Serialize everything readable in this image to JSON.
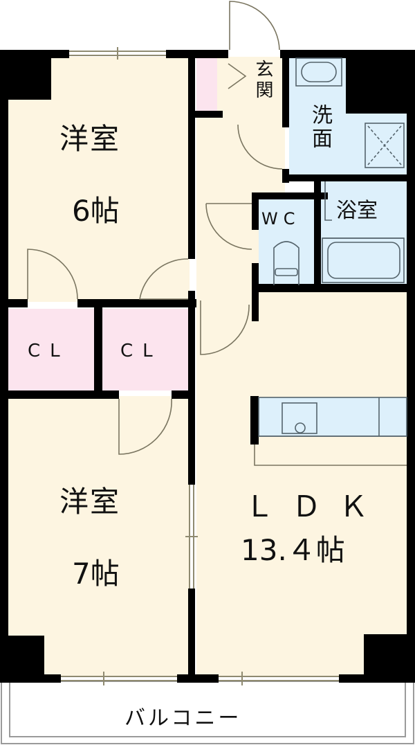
{
  "floor_plan": {
    "colors": {
      "wall": "#000000",
      "living_floor": "#fdf5e1",
      "wet_area": "#ddf0fb",
      "closet": "#fce4ee",
      "fixture_line": "#54636b",
      "door_line": "#7a7560",
      "balcony_line": "#9a9a9a",
      "background": "#ffffff"
    },
    "rooms": {
      "western_room_1": {
        "name": "洋室",
        "area": "6帖"
      },
      "western_room_2": {
        "name": "洋室",
        "area": "7帖"
      },
      "ldk": {
        "name": "ＬＤＫ",
        "area": "13.４帖"
      },
      "closet_1": {
        "name": "CL"
      },
      "closet_2": {
        "name": "CL"
      },
      "entrance": {
        "name": "玄関"
      },
      "washroom": {
        "name": "洗面"
      },
      "toilet": {
        "name": "WC"
      },
      "bathroom": {
        "name": "浴室"
      },
      "balcony": {
        "name": "バルコニー"
      }
    }
  }
}
